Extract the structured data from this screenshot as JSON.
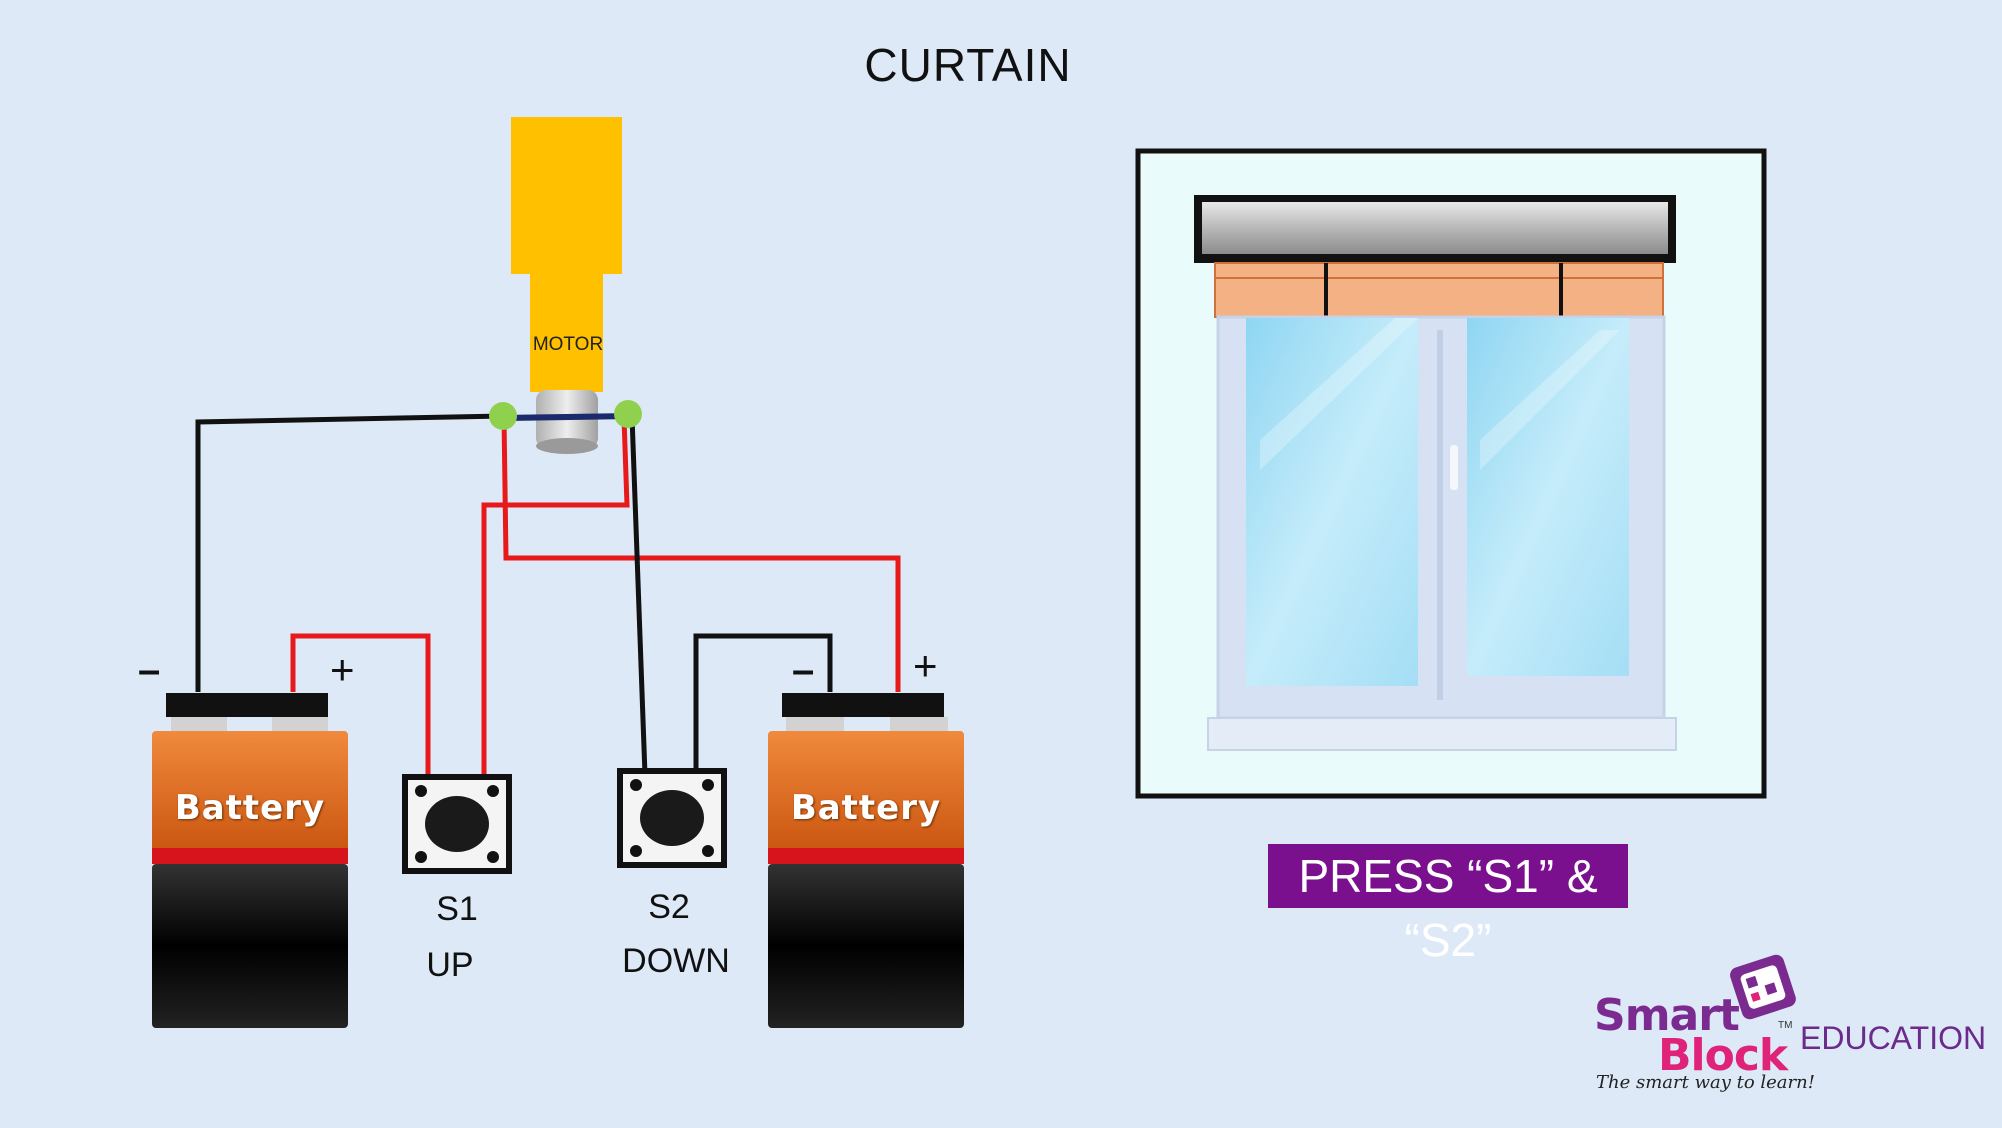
{
  "title": "CURTAIN",
  "motor": {
    "label": "MOTOR"
  },
  "batteries": [
    {
      "label": "Battery",
      "minus": "–",
      "plus": "+"
    },
    {
      "label": "Battery",
      "minus": "–",
      "plus": "+"
    }
  ],
  "switches": [
    {
      "id": "S1",
      "action": "UP"
    },
    {
      "id": "S2",
      "action": "DOWN"
    }
  ],
  "instruction": "PRESS “S1” & “S2”",
  "logo": {
    "line1": "Smart",
    "line2": "Block",
    "suffix": "EDUCATION",
    "tagline": "The smart way to learn!",
    "tm": "TM"
  },
  "colors": {
    "background": "#dde9f6",
    "motor": "#ffc000",
    "wire_red": "#e8191b",
    "wire_black": "#111111",
    "terminal": "#8fd14f",
    "battery_top": "#d9631a",
    "battery_bottom": "#111111",
    "curtain": "#f4b183",
    "instruction_bg": "#7b108f"
  }
}
